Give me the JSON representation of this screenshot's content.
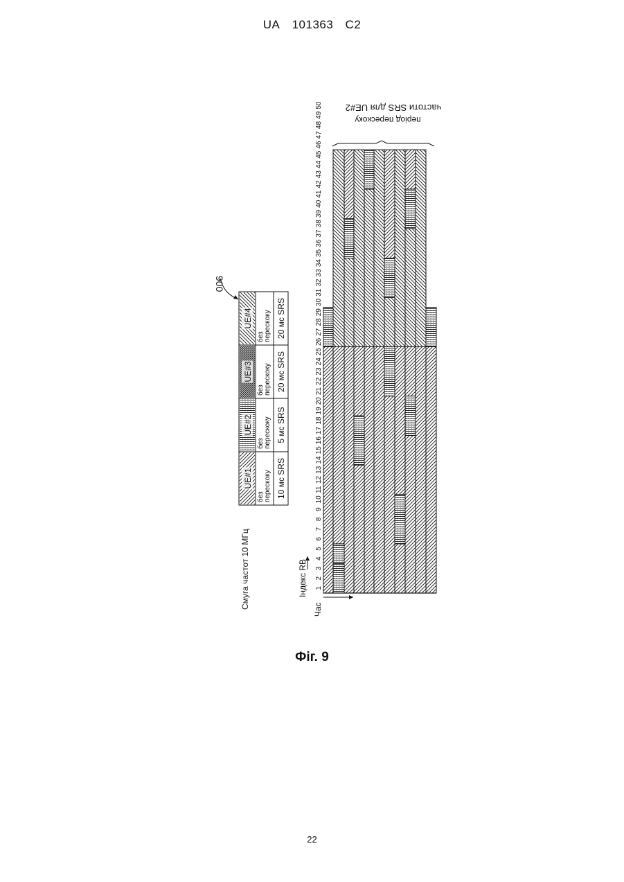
{
  "header": {
    "country": "UA",
    "number": "101363",
    "kind": "C2"
  },
  "figure": {
    "bandwidth_label": "Смуга частот 10 МГц",
    "reference_numeral": "900",
    "axis_time": "Час",
    "axis_rb": "Індекс RB",
    "rb_ticks": [
      "1",
      "2",
      "3",
      "4",
      "5",
      "6",
      "7",
      "8",
      "9",
      "10",
      "11",
      "12",
      "13",
      "14",
      "15",
      "16",
      "17",
      "18",
      "19",
      "20",
      "21",
      "22",
      "23",
      "24",
      "25",
      "26",
      "27",
      "28",
      "29",
      "30",
      "31",
      "32",
      "33",
      "34",
      "35",
      "36",
      "37",
      "38",
      "39",
      "40",
      "41",
      "42",
      "43",
      "44",
      "45",
      "46",
      "47",
      "48",
      "49",
      "50"
    ],
    "hopping_brace_line1": "період перескоку",
    "hopping_brace_line2": "частоти SRS для UE#2",
    "legend": [
      {
        "ue": "UE#1",
        "mode": "без перескоку",
        "period": "10 мс SRS",
        "pattern": "diag-right"
      },
      {
        "ue": "UE#2",
        "mode": "без перескоку",
        "period": "5 мс SRS",
        "pattern": "horizontal"
      },
      {
        "ue": "UE#3",
        "mode": "без перескоку",
        "period": "20 мс SRS",
        "pattern": "dense"
      },
      {
        "ue": "UE#4",
        "mode": "без перескоку",
        "period": "20 мс SRS",
        "pattern": "diag-left"
      }
    ]
  },
  "caption": "Фіг. 9",
  "page_number": "22"
}
